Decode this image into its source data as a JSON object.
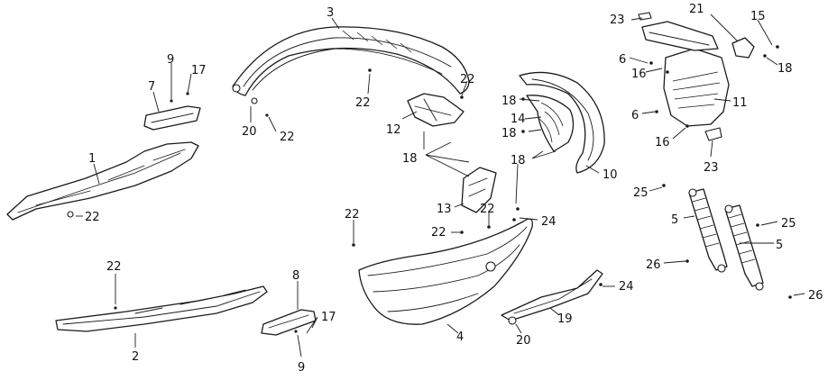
{
  "colors": {
    "ink": "#1a1a1a",
    "paper": "#ffffff"
  },
  "labels": [
    {
      "id": "l1",
      "text": "1"
    },
    {
      "id": "l22a",
      "text": "22"
    },
    {
      "id": "l7",
      "text": "7"
    },
    {
      "id": "l9a",
      "text": "9"
    },
    {
      "id": "l17a",
      "text": "17"
    },
    {
      "id": "l3",
      "text": "3"
    },
    {
      "id": "l22b",
      "text": "22"
    },
    {
      "id": "l22c",
      "text": "22"
    },
    {
      "id": "l20a",
      "text": "20"
    },
    {
      "id": "l22d",
      "text": "22"
    },
    {
      "id": "l12",
      "text": "12"
    },
    {
      "id": "l18a",
      "text": "18"
    },
    {
      "id": "l13",
      "text": "13"
    },
    {
      "id": "l18b",
      "text": "18"
    },
    {
      "id": "l14",
      "text": "14"
    },
    {
      "id": "l18c",
      "text": "18"
    },
    {
      "id": "l18d",
      "text": "18"
    },
    {
      "id": "l10",
      "text": "10"
    },
    {
      "id": "l23a",
      "text": "23"
    },
    {
      "id": "l21",
      "text": "21"
    },
    {
      "id": "l15",
      "text": "15"
    },
    {
      "id": "l6a",
      "text": "6"
    },
    {
      "id": "l16a",
      "text": "16"
    },
    {
      "id": "l18e",
      "text": "18"
    },
    {
      "id": "l11",
      "text": "11"
    },
    {
      "id": "l6b",
      "text": "6"
    },
    {
      "id": "l16b",
      "text": "16"
    },
    {
      "id": "l23b",
      "text": "23"
    },
    {
      "id": "l25a",
      "text": "25"
    },
    {
      "id": "l5a",
      "text": "5"
    },
    {
      "id": "l25b",
      "text": "25"
    },
    {
      "id": "l5b",
      "text": "5"
    },
    {
      "id": "l26a",
      "text": "26"
    },
    {
      "id": "l26b",
      "text": "26"
    },
    {
      "id": "l22e",
      "text": "22"
    },
    {
      "id": "l22f",
      "text": "22"
    },
    {
      "id": "l22g",
      "text": "22"
    },
    {
      "id": "l24a",
      "text": "24"
    },
    {
      "id": "l4",
      "text": "4"
    },
    {
      "id": "l22h",
      "text": "22"
    },
    {
      "id": "l2",
      "text": "2"
    },
    {
      "id": "l8",
      "text": "8"
    },
    {
      "id": "l17b",
      "text": "17"
    },
    {
      "id": "l9b",
      "text": "9"
    },
    {
      "id": "l24b",
      "text": "24"
    },
    {
      "id": "l19",
      "text": "19"
    },
    {
      "id": "l20b",
      "text": "20"
    }
  ]
}
